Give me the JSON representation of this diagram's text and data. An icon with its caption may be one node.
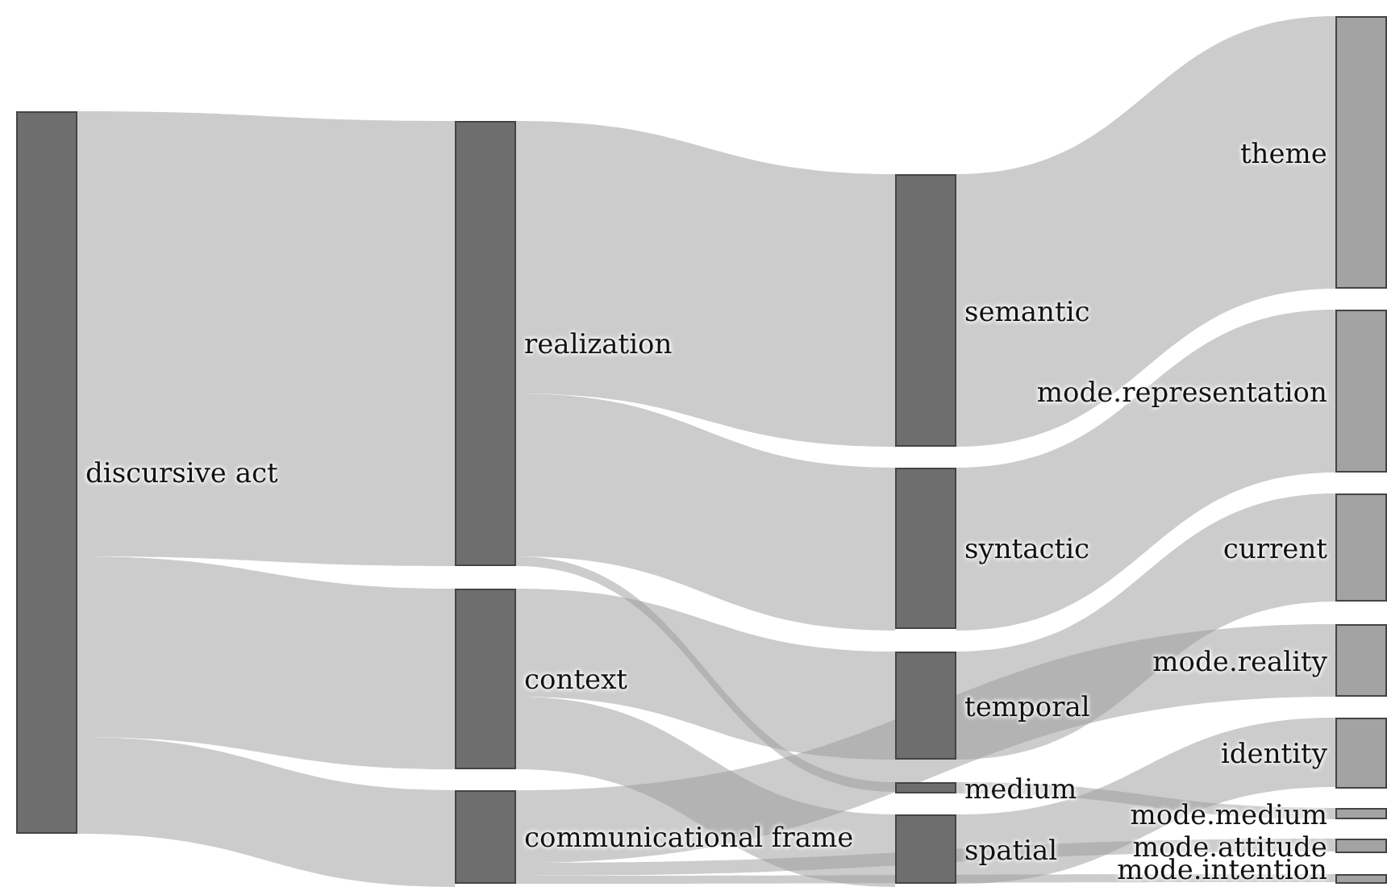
{
  "diagram": {
    "nodes": [
      {
        "text": [
          "discursive act"
        ]
      },
      {
        "text": [
          "realization"
        ]
      },
      {
        "text": [
          "context"
        ]
      },
      {
        "text": [
          "communicational frame"
        ]
      },
      {
        "text": [
          "semantic"
        ]
      },
      {
        "text": [
          "syntactic"
        ]
      },
      {
        "text": [
          "temporal"
        ]
      },
      {
        "text": [
          "medium"
        ]
      },
      {
        "text": [
          "spatial"
        ]
      },
      {
        "text": [
          "theme"
        ]
      },
      {
        "text": [
          "mode.representation"
        ]
      },
      {
        "text": [
          "current"
        ]
      },
      {
        "text": [
          "mode.reality"
        ]
      },
      {
        "text": [
          "identity"
        ]
      },
      {
        "text": [
          "mode.medium"
        ]
      },
      {
        "text": [
          "mode.attitude"
        ]
      },
      {
        "text": [
          "mode.intention"
        ]
      }
    ],
    "edges": [
      {
        "from": 0,
        "to": 1,
        "arrow": "none"
      },
      {
        "from": 0,
        "to": 2,
        "arrow": "none"
      },
      {
        "from": 0,
        "to": 3,
        "arrow": "none"
      },
      {
        "from": 1,
        "to": 4,
        "arrow": "none"
      },
      {
        "from": 1,
        "to": 5,
        "arrow": "none"
      },
      {
        "from": 1,
        "to": 7,
        "arrow": "none"
      },
      {
        "from": 2,
        "to": 6,
        "arrow": "none"
      },
      {
        "from": 2,
        "to": 8,
        "arrow": "none"
      },
      {
        "from": 3,
        "to": 12,
        "arrow": "none"
      },
      {
        "from": 3,
        "to": 15,
        "arrow": "none"
      },
      {
        "from": 3,
        "to": 16,
        "arrow": "none"
      },
      {
        "from": 4,
        "to": 9,
        "arrow": "none"
      },
      {
        "from": 5,
        "to": 10,
        "arrow": "none"
      },
      {
        "from": 6,
        "to": 11,
        "arrow": "none"
      },
      {
        "from": 7,
        "to": 14,
        "arrow": "none"
      },
      {
        "from": 8,
        "to": 13,
        "arrow": "none"
      }
    ]
  }
}
